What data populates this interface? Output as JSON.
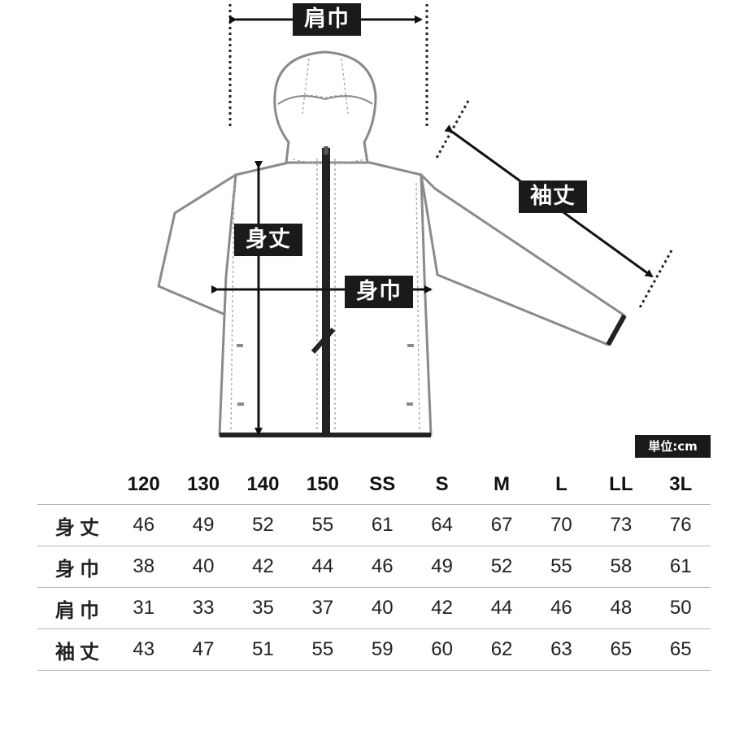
{
  "labels": {
    "shoulder": "肩巾",
    "sleeve": "袖丈",
    "body_length": "身丈",
    "body_width": "身巾"
  },
  "unit": "単位:cm",
  "table": {
    "sizes": [
      "120",
      "130",
      "140",
      "150",
      "SS",
      "S",
      "M",
      "L",
      "LL",
      "3L"
    ],
    "rows": [
      {
        "label": "身丈",
        "values": [
          "46",
          "49",
          "52",
          "55",
          "61",
          "64",
          "67",
          "70",
          "73",
          "76"
        ]
      },
      {
        "label": "身巾",
        "values": [
          "38",
          "40",
          "42",
          "44",
          "46",
          "49",
          "52",
          "55",
          "58",
          "61"
        ]
      },
      {
        "label": "肩巾",
        "values": [
          "31",
          "33",
          "35",
          "37",
          "40",
          "42",
          "44",
          "46",
          "48",
          "50"
        ]
      },
      {
        "label": "袖丈",
        "values": [
          "43",
          "47",
          "51",
          "55",
          "59",
          "60",
          "62",
          "63",
          "65",
          "65"
        ]
      }
    ]
  },
  "colors": {
    "label_bg": "#1a1a1a",
    "outline": "#8a8a8a",
    "zipper": "#222222",
    "rule": "#b5b5b5"
  },
  "icon": "hooded-jacket-illustration"
}
